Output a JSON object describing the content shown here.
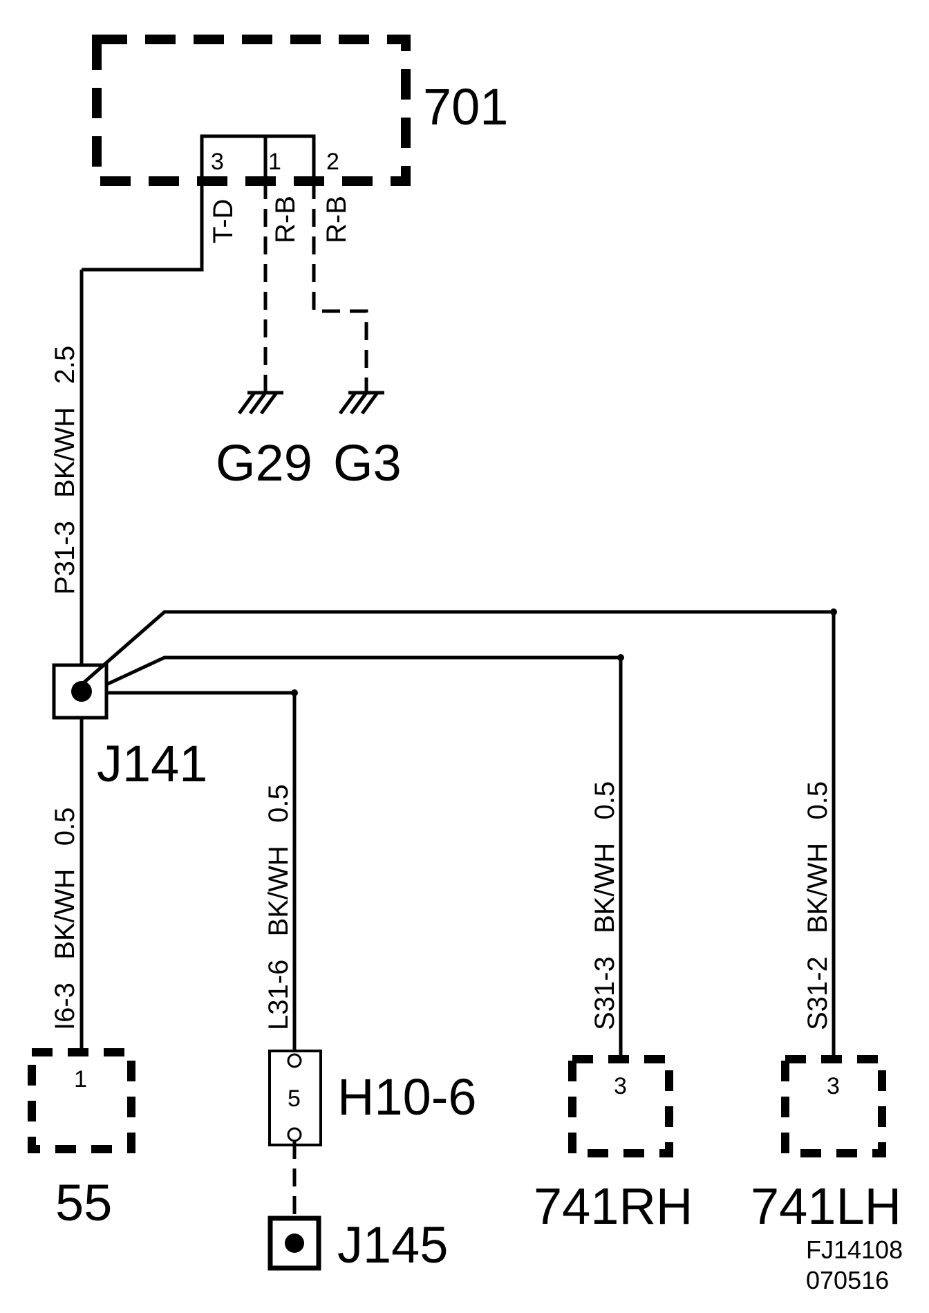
{
  "components": {
    "module_701": "701",
    "ground_g29": "G29",
    "ground_g3": "G3",
    "splice_j141": "J141",
    "splice_j145": "J145",
    "connector_h10_6": "H10-6",
    "connector_55": "55",
    "connector_741rh": "741RH",
    "connector_741lh": "741LH"
  },
  "pins": {
    "p701_3": "3",
    "p701_1": "1",
    "p701_2": "2",
    "c55": "1",
    "h10": "5",
    "rh": "3",
    "lh": "3"
  },
  "wires": {
    "w701_3": "T-D",
    "w701_1": "R-B",
    "w701_2": "R-B",
    "main_top": "P31-3   BK/WH   2.5",
    "to_55": "I6-3   BK/WH   0.5",
    "to_h10": "L31-6   BK/WH   0.5",
    "to_rh": "S31-3   BK/WH   0.5",
    "to_lh": "S31-2   BK/WH   0.5"
  },
  "footer": {
    "code": "FJ14108",
    "date": "070516"
  }
}
